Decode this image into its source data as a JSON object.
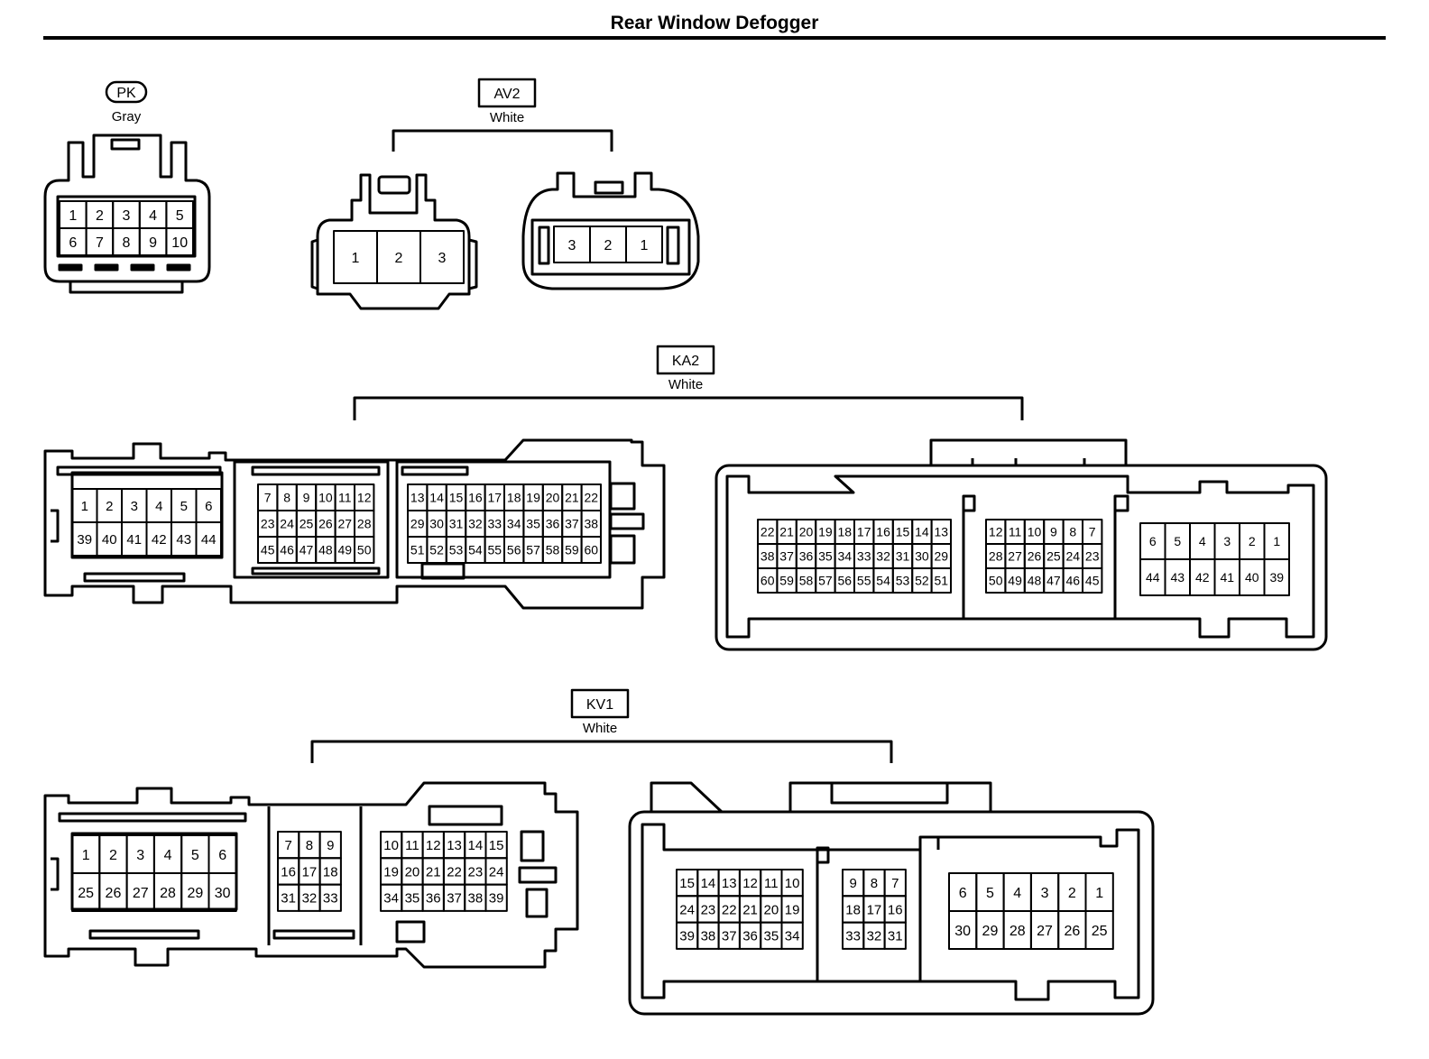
{
  "title": "Rear Window Defogger",
  "connectors": [
    {
      "code": "PK",
      "color": "Gray",
      "parts": [
        {
          "rows": [
            [
              "1",
              "2",
              "3",
              "4",
              "5"
            ],
            [
              "6",
              "7",
              "8",
              "9",
              "10"
            ]
          ]
        }
      ]
    },
    {
      "code": "AV2",
      "color": "White",
      "parts": [
        {
          "rows": [
            [
              "1",
              "2",
              "3"
            ]
          ]
        },
        {
          "rows": [
            [
              "3",
              "2",
              "1"
            ]
          ]
        }
      ]
    },
    {
      "code": "KA2",
      "color": "White",
      "parts": [
        {
          "blocks": [
            [
              [
                "1",
                "2",
                "3",
                "4",
                "5",
                "6"
              ],
              [
                "39",
                "40",
                "41",
                "42",
                "43",
                "44"
              ]
            ],
            [
              [
                "7",
                "8",
                "9",
                "10",
                "11",
                "12"
              ],
              [
                "23",
                "24",
                "25",
                "26",
                "27",
                "28"
              ],
              [
                "45",
                "46",
                "47",
                "48",
                "49",
                "50"
              ]
            ],
            [
              [
                "13",
                "14",
                "15",
                "16",
                "17",
                "18",
                "19",
                "20",
                "21",
                "22"
              ],
              [
                "29",
                "30",
                "31",
                "32",
                "33",
                "34",
                "35",
                "36",
                "37",
                "38"
              ],
              [
                "51",
                "52",
                "53",
                "54",
                "55",
                "56",
                "57",
                "58",
                "59",
                "60"
              ]
            ]
          ]
        },
        {
          "blocks": [
            [
              [
                "22",
                "21",
                "20",
                "19",
                "18",
                "17",
                "16",
                "15",
                "14",
                "13"
              ],
              [
                "38",
                "37",
                "36",
                "35",
                "34",
                "33",
                "32",
                "31",
                "30",
                "29"
              ],
              [
                "60",
                "59",
                "58",
                "57",
                "56",
                "55",
                "54",
                "53",
                "52",
                "51"
              ]
            ],
            [
              [
                "12",
                "11",
                "10",
                "9",
                "8",
                "7"
              ],
              [
                "28",
                "27",
                "26",
                "25",
                "24",
                "23"
              ],
              [
                "50",
                "49",
                "48",
                "47",
                "46",
                "45"
              ]
            ],
            [
              [
                "6",
                "5",
                "4",
                "3",
                "2",
                "1"
              ],
              [
                "44",
                "43",
                "42",
                "41",
                "40",
                "39"
              ]
            ]
          ]
        }
      ]
    },
    {
      "code": "KV1",
      "color": "White",
      "parts": [
        {
          "blocks": [
            [
              [
                "1",
                "2",
                "3",
                "4",
                "5",
                "6"
              ],
              [
                "25",
                "26",
                "27",
                "28",
                "29",
                "30"
              ]
            ],
            [
              [
                "7",
                "8",
                "9"
              ],
              [
                "16",
                "17",
                "18"
              ],
              [
                "31",
                "32",
                "33"
              ]
            ],
            [
              [
                "10",
                "11",
                "12",
                "13",
                "14",
                "15"
              ],
              [
                "19",
                "20",
                "21",
                "22",
                "23",
                "24"
              ],
              [
                "34",
                "35",
                "36",
                "37",
                "38",
                "39"
              ]
            ]
          ]
        },
        {
          "blocks": [
            [
              [
                "15",
                "14",
                "13",
                "12",
                "11",
                "10"
              ],
              [
                "24",
                "23",
                "22",
                "21",
                "20",
                "19"
              ],
              [
                "39",
                "38",
                "37",
                "36",
                "35",
                "34"
              ]
            ],
            [
              [
                "9",
                "8",
                "7"
              ],
              [
                "18",
                "17",
                "16"
              ],
              [
                "33",
                "32",
                "31"
              ]
            ],
            [
              [
                "6",
                "5",
                "4",
                "3",
                "2",
                "1"
              ],
              [
                "30",
                "29",
                "28",
                "27",
                "26",
                "25"
              ]
            ]
          ]
        }
      ]
    }
  ]
}
